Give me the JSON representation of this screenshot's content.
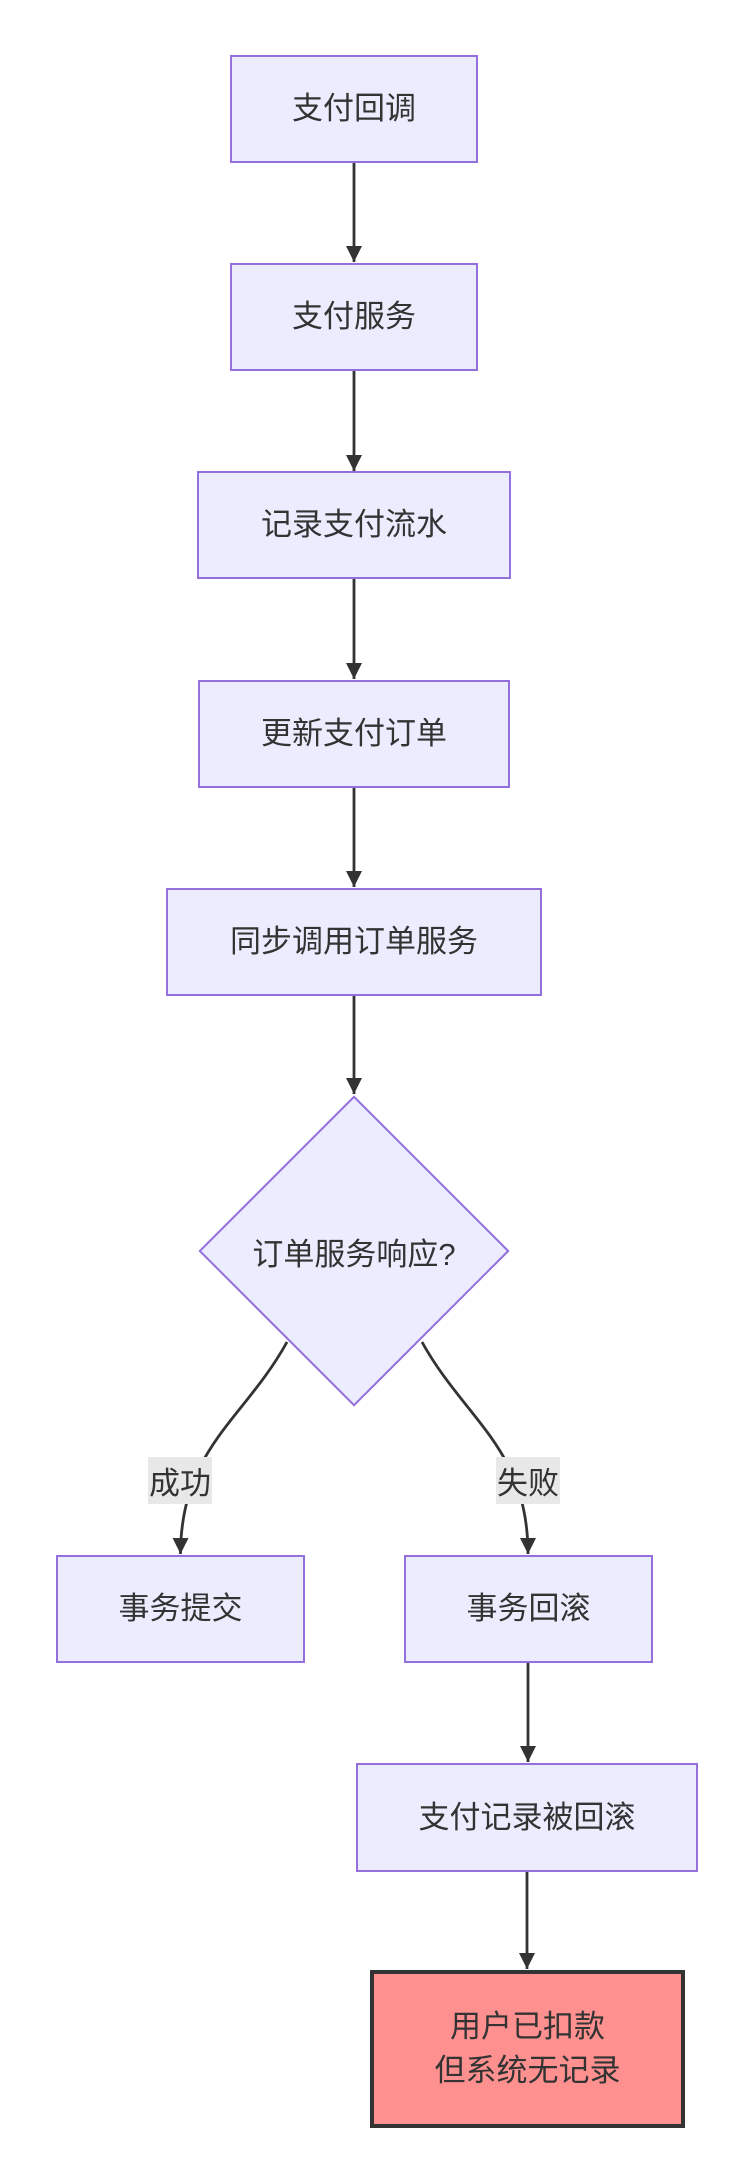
{
  "figure": {
    "type": "flowchart",
    "background": "#ffffff"
  },
  "colors": {
    "node_fill": "#ECECFF",
    "node_border": "#9370DB",
    "alert_fill": "#FF9090",
    "alert_border": "#333333",
    "edge": "#333333",
    "edge_label_bg": "#e8e8e8",
    "text": "#333333"
  },
  "nodes": {
    "payment_callback": {
      "label": "支付回调"
    },
    "payment_service": {
      "label": "支付服务"
    },
    "record_payment_flow": {
      "label": "记录支付流水"
    },
    "update_payment_order": {
      "label": "更新支付订单"
    },
    "sync_call_order_service": {
      "label": "同步调用订单服务"
    },
    "order_service_response": {
      "label": "订单服务响应?"
    },
    "transaction_commit": {
      "label": "事务提交"
    },
    "transaction_rollback": {
      "label": "事务回滚"
    },
    "payment_record_rolled_back": {
      "label": "支付记录被回滚"
    },
    "user_charged_no_record": {
      "line1": "用户已扣款",
      "line2": "但系统无记录"
    }
  },
  "edge_labels": {
    "success": {
      "label": "成功"
    },
    "failure": {
      "label": "失败"
    }
  }
}
